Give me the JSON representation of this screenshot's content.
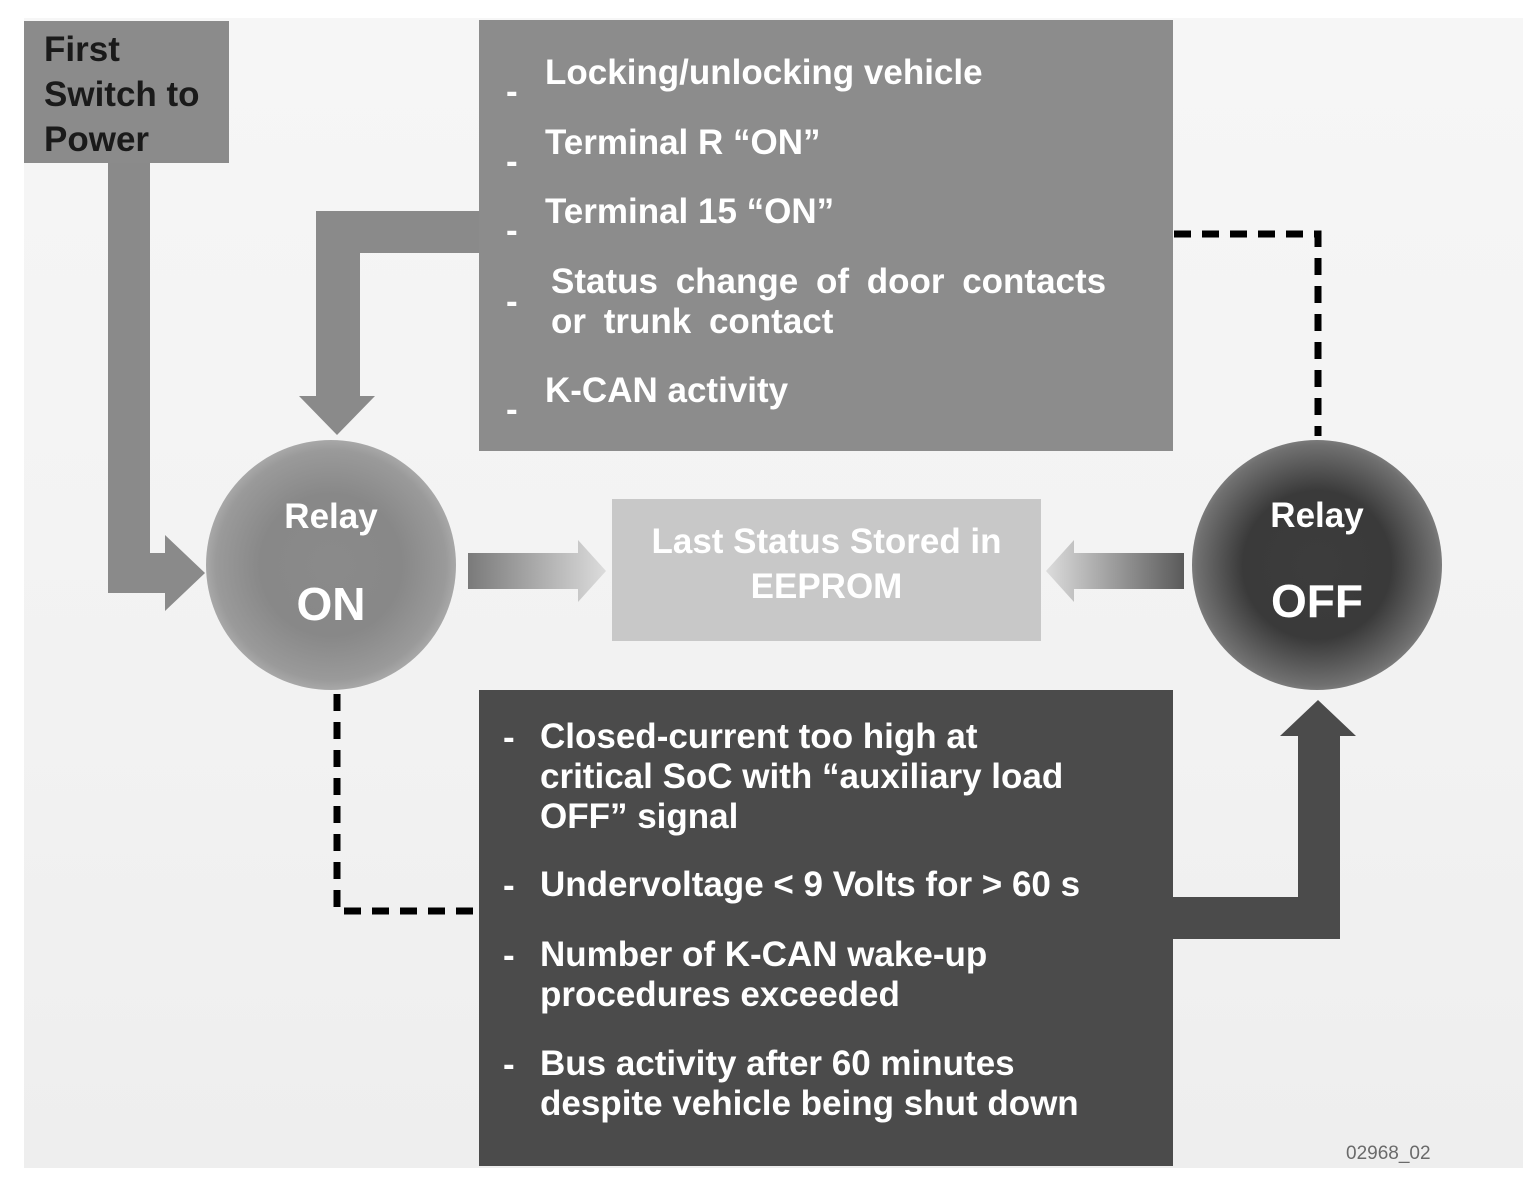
{
  "start_box": {
    "label": "First\nSwitch to\nPower"
  },
  "wake_conditions": {
    "items": [
      "Locking/unlocking vehicle",
      "Terminal R “ON”",
      "Terminal 15 “ON”",
      "Status change of door contacts\nor trunk contact",
      "K-CAN activity"
    ]
  },
  "shutdown_conditions": {
    "items": [
      "Closed-current too high at\ncritical SoC with “auxiliary load\nOFF” signal",
      "Undervoltage < 9 Volts for > 60 s",
      "Number of K-CAN wake-up\nprocedures exceeded",
      "Bus activity after 60 minutes\ndespite vehicle being shut down"
    ]
  },
  "bullet": "-",
  "relay_on": {
    "word": "Relay",
    "state": "ON"
  },
  "relay_off": {
    "word": "Relay",
    "state": "OFF"
  },
  "eeprom": {
    "label": "Last Status Stored in\nEEPROM"
  },
  "figure_id": "02968_02",
  "colors": {
    "start_box": "#8b8b8b",
    "wake_box": "#8c8c8c",
    "shutdown_box": "#4b4b4b",
    "eeprom_box": "#c8c8c8",
    "arrow_light": "#8a8a8a",
    "arrow_dark": "#4b4b4b",
    "dashed_line": "#000000"
  }
}
